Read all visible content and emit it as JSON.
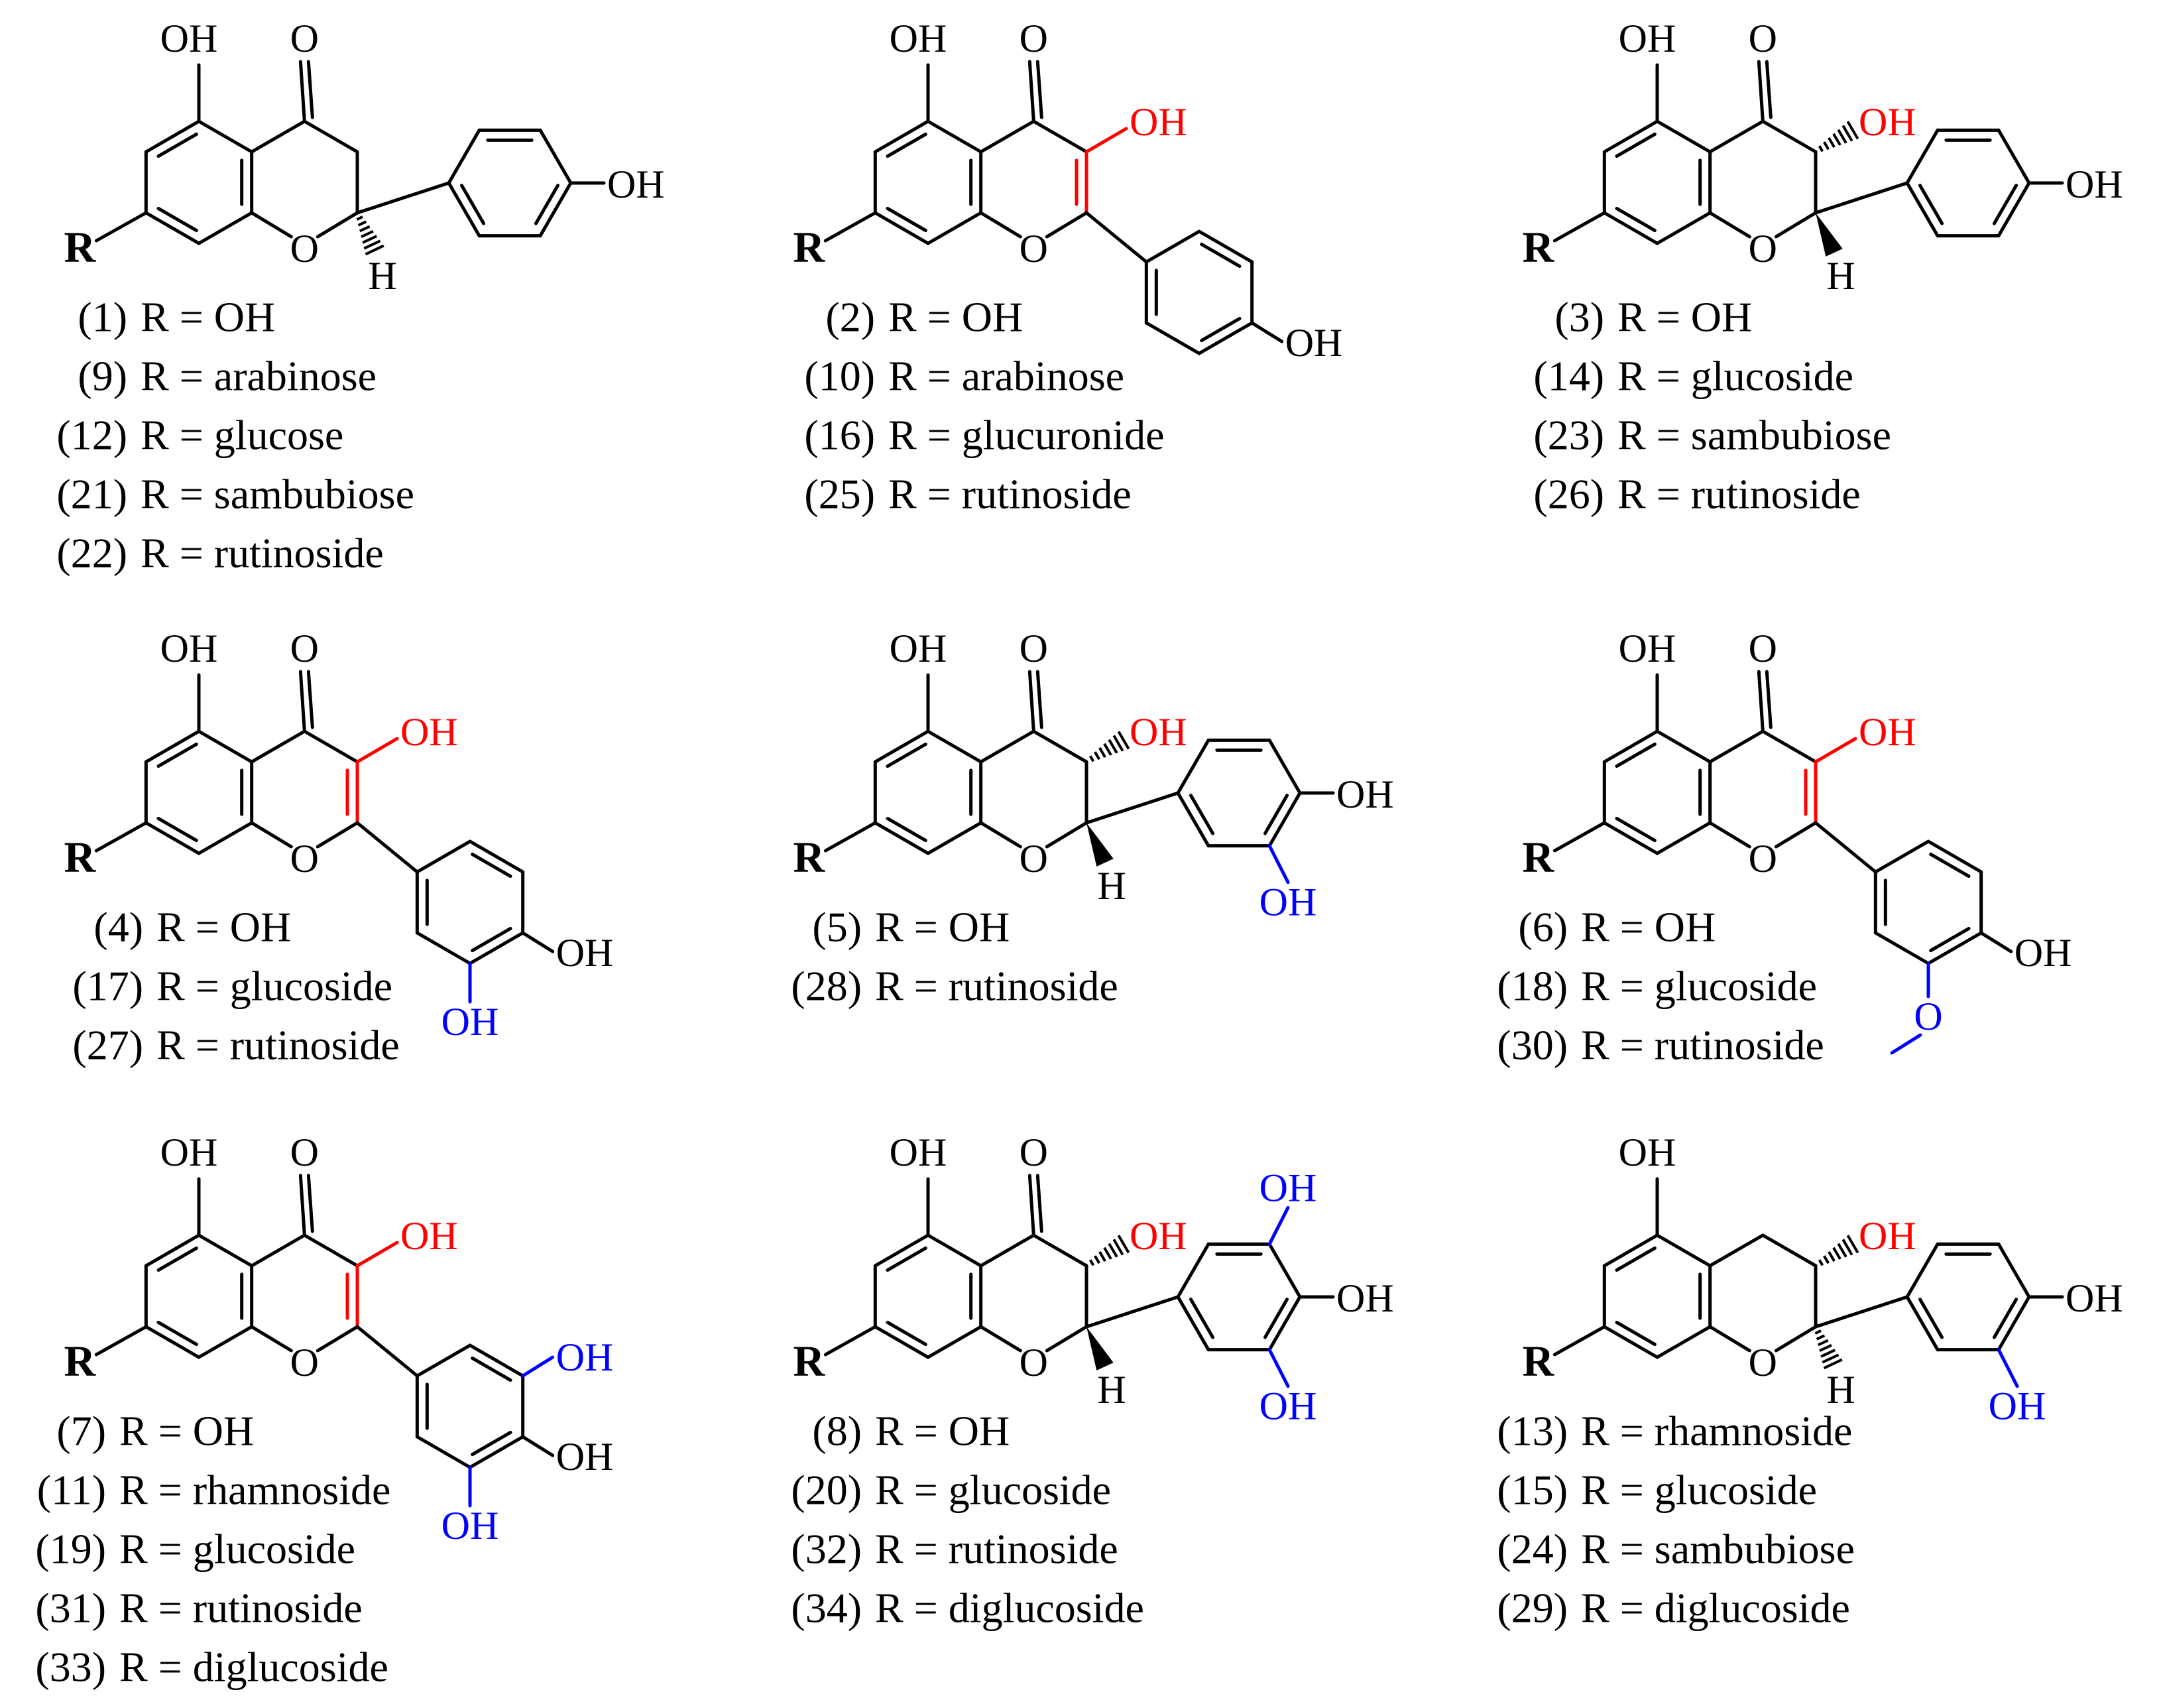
{
  "colors": {
    "ink": "#000000",
    "red": "#ff0000",
    "blue": "#0000ff"
  },
  "structures": [
    {
      "id": "s1",
      "kind": "flavanone",
      "r": "R",
      "ketone": "O",
      "ringO": "O",
      "oh5": "OH",
      "h2": "H",
      "oh4p": "OH",
      "captions": [
        [
          "(1)",
          "R = OH"
        ],
        [
          "(9)",
          "R = arabinose"
        ],
        [
          "(12)",
          "R = glucose"
        ],
        [
          "(21)",
          "R = sambubiose"
        ],
        [
          "(22)",
          "R = rutinoside"
        ]
      ]
    },
    {
      "id": "s2",
      "kind": "flavonol",
      "r": "R",
      "ketone": "O",
      "ringO": "O",
      "oh5": "OH",
      "oh3": "OH",
      "oh4p": "OH",
      "captions": [
        [
          "(2)",
          "R = OH"
        ],
        [
          "(10)",
          "R = arabinose"
        ],
        [
          "(16)",
          "R = glucuronide"
        ],
        [
          "(25)",
          "R = rutinoside"
        ]
      ]
    },
    {
      "id": "s3",
      "kind": "dihydroflavonol",
      "r": "R",
      "ketone": "O",
      "ringO": "O",
      "oh5": "OH",
      "oh3": "OH",
      "h2": "H",
      "oh4p": "OH",
      "captions": [
        [
          "(3)",
          "R = OH"
        ],
        [
          "(14)",
          "R = glucoside"
        ],
        [
          "(23)",
          "R = sambubiose"
        ],
        [
          "(26)",
          "R = rutinoside"
        ]
      ]
    },
    {
      "id": "s4",
      "kind": "flavonol",
      "r": "R",
      "ketone": "O",
      "ringO": "O",
      "oh5": "OH",
      "oh3": "OH",
      "oh4p": "OH",
      "sub3p": "OH",
      "captions": [
        [
          "(4)",
          "R = OH"
        ],
        [
          "(17)",
          "R = glucoside"
        ],
        [
          "(27)",
          "R = rutinoside"
        ]
      ]
    },
    {
      "id": "s5",
      "kind": "dihydroflavonol",
      "r": "R",
      "ketone": "O",
      "ringO": "O",
      "oh5": "OH",
      "oh3": "OH",
      "h2": "H",
      "oh4p": "OH",
      "sub3p": "OH",
      "captions": [
        [
          "(5)",
          "R = OH"
        ],
        [
          "(28)",
          "R = rutinoside"
        ]
      ]
    },
    {
      "id": "s6",
      "kind": "flavonol",
      "r": "R",
      "ketone": "O",
      "ringO": "O",
      "oh5": "OH",
      "oh3": "OH",
      "oh4p": "OH",
      "sub3p": "O",
      "captions": [
        [
          "(6)",
          "R = OH"
        ],
        [
          "(18)",
          "R = glucoside"
        ],
        [
          "(30)",
          "R = rutinoside"
        ]
      ]
    },
    {
      "id": "s7",
      "kind": "flavonol",
      "r": "R",
      "ketone": "O",
      "ringO": "O",
      "oh5": "OH",
      "oh3": "OH",
      "oh4p": "OH",
      "sub3p": "OH",
      "sub5p": "OH",
      "captions": [
        [
          "(7)",
          "R = OH"
        ],
        [
          "(11)",
          "R = rhamnoside"
        ],
        [
          "(19)",
          "R = glucoside"
        ],
        [
          "(31)",
          "R = rutinoside"
        ],
        [
          "(33)",
          "R = diglucoside"
        ]
      ]
    },
    {
      "id": "s8",
      "kind": "dihydroflavonol",
      "r": "R",
      "ketone": "O",
      "ringO": "O",
      "oh5": "OH",
      "oh3": "OH",
      "h2": "H",
      "oh4p": "OH",
      "sub3p": "OH",
      "sub5p": "OH",
      "captions": [
        [
          "(8)",
          "R = OH"
        ],
        [
          "(20)",
          "R = glucoside"
        ],
        [
          "(32)",
          "R = rutinoside"
        ],
        [
          "(34)",
          "R = diglucoside"
        ]
      ]
    },
    {
      "id": "s9",
      "kind": "flavan-3-ol",
      "r": "R",
      "ringO": "O",
      "oh5": "OH",
      "oh3": "OH",
      "h2": "H",
      "oh4p": "OH",
      "sub3p": "OH",
      "captions": [
        [
          "(13)",
          "R = rhamnoside"
        ],
        [
          "(15)",
          "R = glucoside"
        ],
        [
          "(24)",
          "R = sambubiose"
        ],
        [
          "(29)",
          "R = diglucoside"
        ]
      ]
    }
  ]
}
